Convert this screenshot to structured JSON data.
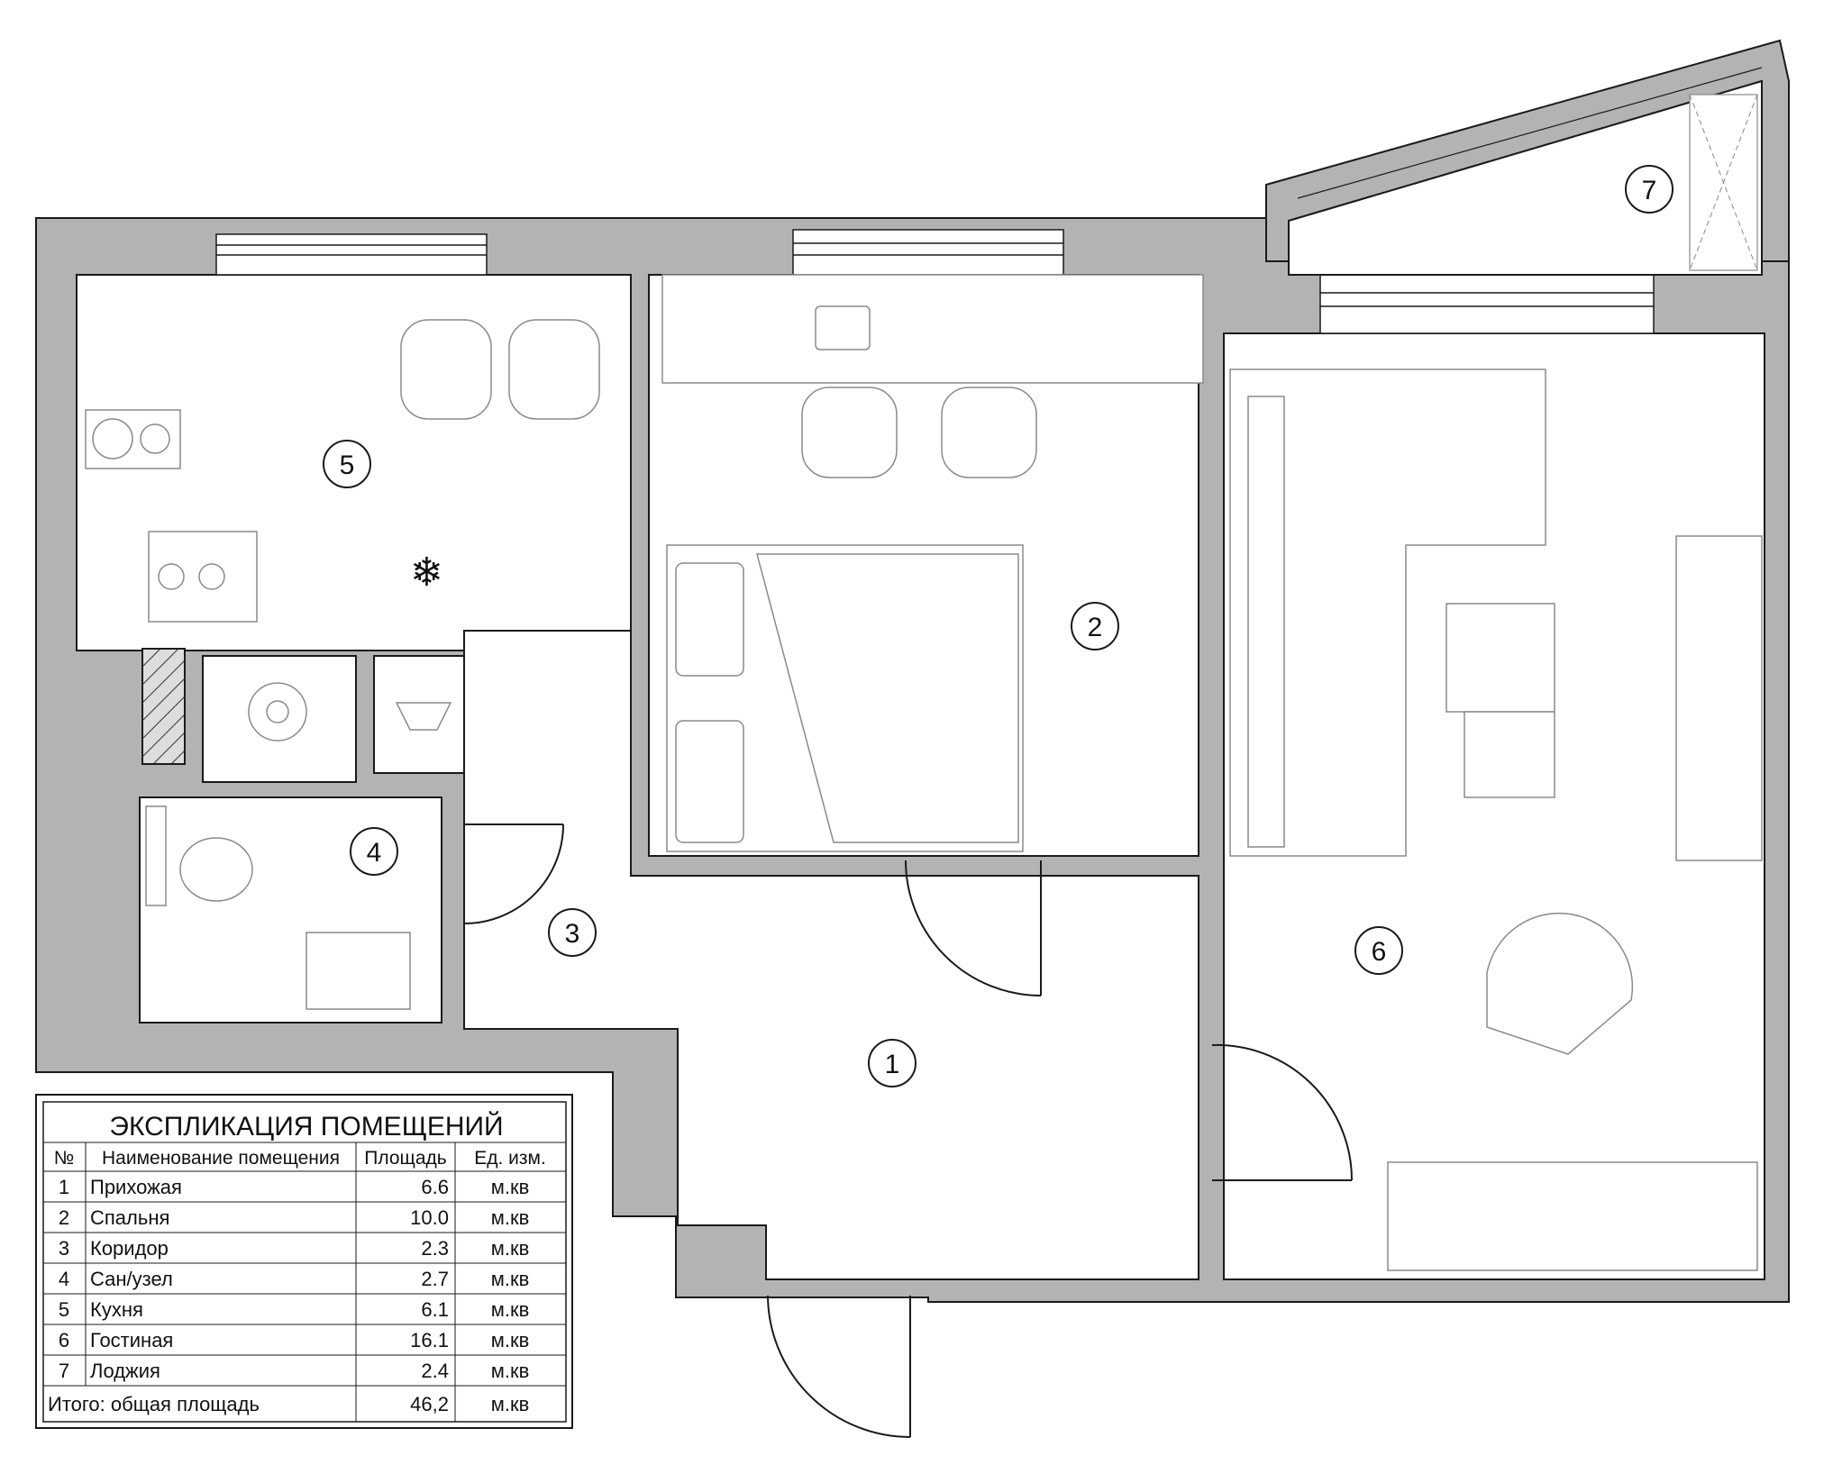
{
  "plan": {
    "room_numbers": [
      "1",
      "2",
      "3",
      "4",
      "5",
      "6",
      "7"
    ]
  },
  "explication": {
    "title": "ЭКСПЛИКАЦИЯ ПОМЕЩЕНИЙ",
    "headers": {
      "num": "№",
      "name": "Наименование помещения",
      "area": "Площадь",
      "unit": "Ед. изм."
    },
    "rows": [
      {
        "num": "1",
        "name": "Прихожая",
        "area": "6.6",
        "unit": "м.кв"
      },
      {
        "num": "2",
        "name": "Спальня",
        "area": "10.0",
        "unit": "м.кв"
      },
      {
        "num": "3",
        "name": "Коридор",
        "area": "2.3",
        "unit": "м.кв"
      },
      {
        "num": "4",
        "name": "Сан/узел",
        "area": "2.7",
        "unit": "м.кв"
      },
      {
        "num": "5",
        "name": "Кухня",
        "area": "6.1",
        "unit": "м.кв"
      },
      {
        "num": "6",
        "name": "Гостиная",
        "area": "16.1",
        "unit": "м.кв"
      },
      {
        "num": "7",
        "name": "Лоджия",
        "area": "2.4",
        "unit": "м.кв"
      }
    ],
    "total": {
      "label": "Итого: общая площадь",
      "area": "46,2",
      "unit": "м.кв"
    }
  },
  "colors": {
    "wall": "#b3b3b3",
    "line": "#1a1a1a",
    "furniture": "#8a8a8a",
    "background": "#ffffff"
  }
}
